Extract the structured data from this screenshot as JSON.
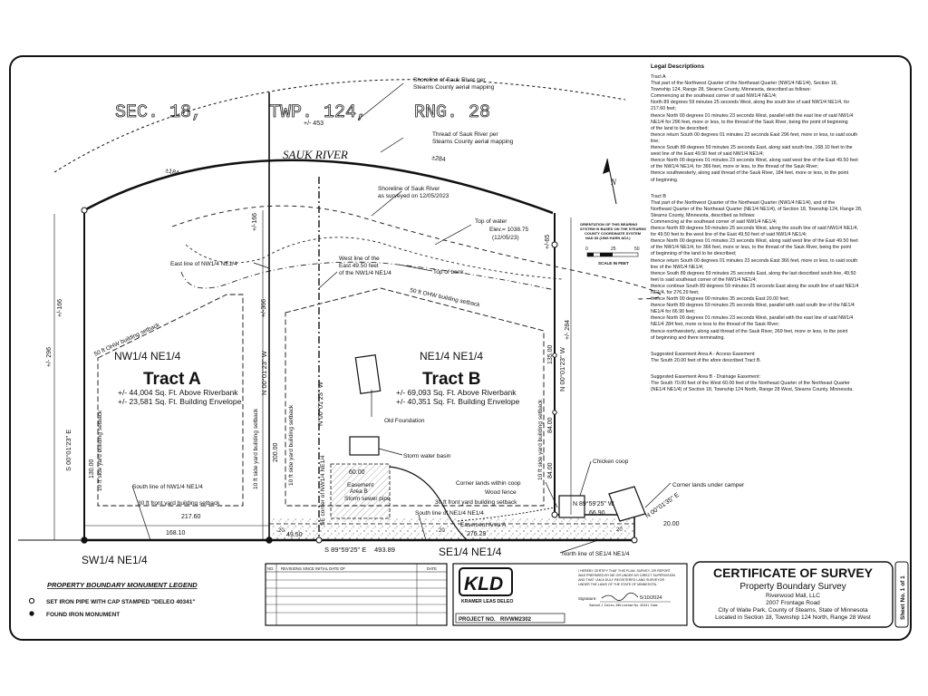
{
  "header": {
    "section": "SEC. 18,",
    "township": "TWP. 124,",
    "range": "RNG. 28"
  },
  "map_labels": {
    "river": "SAUK RIVER",
    "shoreline_aerial_1": "Shoreline of Sauk River per",
    "shoreline_aerial_2": "Stearns County aerial mapping",
    "thread_1": "Thread of Sauk River per",
    "thread_2": "Stearns County aerial mapping",
    "shoreline_survey_1": "Shoreline of Sauk River",
    "shoreline_survey_2": "as surveyed on 12/05/2023",
    "top_water_1": "Top of water",
    "top_water_2": "Elev.= 1038.75",
    "top_water_3": "(12/05/23)",
    "top_bank": "Top of bank",
    "east_line": "East line of NW1/4 NE1/4",
    "west_line_1": "West line of the",
    "west_line_2": "East 49.50 feet",
    "west_line_3": "of the NW1/4 NE1/4",
    "ohw_50_a": "50 ft OHW building setback",
    "ohw_50_b": "50 ft OHW building setback",
    "nw_label": "NW1/4    NE1/4",
    "ne_label": "NE1/4    NE1/4",
    "tract_a": "Tract A",
    "tract_a_1": "+/- 44,004 Sq. Ft. Above Riverbank",
    "tract_a_2": "+/- 23,581 Sq. Ft. Building Envelope",
    "tract_b": "Tract B",
    "tract_b_1": "+/- 69,093 Sq. Ft. Above Riverbank",
    "tract_b_2": "+/- 40,351 Sq. Ft. Building Envelope",
    "old_foundation": "Old Foundation",
    "storm_basin": "Storm water basin",
    "chicken_coop": "Chicken coop",
    "corner_lands": "Corner lands within coop",
    "wood_fence": "Wood fence",
    "corner_camper": "Corner lands under camper",
    "easement_b_1": "Easement",
    "easement_b_2": "Area B",
    "storm_pipe": "Storm sewer pipe",
    "easement_a": "Easement Area A",
    "front_setback_a": "30 ft front yard building setback",
    "front_setback_b": "30 ft front yard building setback",
    "side_setback_a": "10 ft side yard building setback",
    "side_setback_a2": "10 ft side yard building setback",
    "side_setback_b": "10 ft side yard building setback",
    "side_setback_b2": "10 ft side yard building setback",
    "south_line_nw": "South line of NW1/4 NE1/4",
    "south_line_ne": "South line of NE1/4 NE1/4",
    "north_line_se": "North line of SE1/4 NE1/4",
    "se_corner": "SE corner of NW1/4 NE1/4",
    "sw_label": "SW1/4    NE1/4",
    "se_label": "SE1/4    NE1/4",
    "bearing_note_1": "ORIENTATION OF THIS BEARING",
    "bearing_note_2": "SYSTEM IS BASED ON THE STEARNS",
    "bearing_note_3": "COUNTY COORDINATE SYSTEM",
    "bearing_note_4": "NAD 83 (1986 HARN ADJ.)",
    "scale_label": "SCALE IN FEET",
    "scale_0": "0",
    "scale_25": "25",
    "scale_50": "50",
    "north": "N"
  },
  "dimensions": {
    "d453": "+/- 453",
    "d184": "±184",
    "d284": "±284",
    "d166a": "+/-166",
    "d166b": "+/-166",
    "d296": "+/- 296",
    "d366": "+/-366",
    "d65": "+/-65",
    "d284b": "+/- 284",
    "b_a_west": "S 00°01'23\" E",
    "b_a_east": "N 00°01'23\" W",
    "b_b_west": "N 00°01'23\" W",
    "b_b_east": "N 00°01'23\" W",
    "d130": "130.00",
    "d200": "200.00",
    "d135": "135.00",
    "d84a": "84.00",
    "d84b": "84.00",
    "d60": "60.00",
    "d217": "217.60",
    "d168": "168.10",
    "d4950": "49.50",
    "d20a": "20",
    "d20b": "20",
    "d20c": "20",
    "bottom_bearing": "S 89°59'25\" E",
    "d493": "493.89",
    "d276": "276.29",
    "chicken_bearing": "N 89°59'25\" W",
    "d6690": "66.90",
    "camper_bearing": "N 00°01'35\" E",
    "d2000": "20.00"
  },
  "legal": {
    "title": "Legal Descriptions",
    "tract_a_head": "Tract A",
    "tract_a": [
      "That part of the Northwest Quarter of the Northeast Quarter (NW1/4 NE1/4), Section 18,",
      "Township 124, Range 28, Stearns County, Minnesota, described as follows:",
      "Commencing at the southeast corner of said NW1/4 NE1/4;",
      "North 89 degrees 59 minutes 25 seconds West, along the south line of said NW1/4 NE1/4, for",
      "217.60 feet;",
      "thence North 00 degrees 01 minutes 23 seconds West, parallel with the east line of said NW1/4",
      "NE1/4 for 296 feet, more or less, to the thread of the Sauk River, being the point of beginning",
      "of the land to be described;",
      "thence return South 00 degrees 01 minutes 23 seconds East 296 feet, more or less, to said south",
      "line;",
      "thence South 89 degrees 59 minutes 25 seconds East, along said south line, 168.10 feet to the",
      "west line of the East 49.50 feet of said NW1/4 NE1/4;",
      "thence North 00 degrees 01 minutes 23 seconds West, along said west line of the East 49.50 feet",
      "of the NW1/4 NE1/4, for 366 feet, more or less, to the thread of the Sauk River;",
      "thence southwesterly, along said thread of the Sauk River, 184 feet, more or less, to the point",
      "of beginning."
    ],
    "tract_b_head": "Tract B",
    "tract_b": [
      "That part of the Northwest Quarter of the Northeast Quarter (NW1/4 NE1/4), and of the",
      "Northeast Quarter of the Northeast Quarter (NE1/4 NE1/4), of Section 18, Township 124, Range 28,",
      "Stearns County, Minnesota, described as follows:",
      "Commencing at the southeast corner of said NW1/4 NE1/4;",
      "thence North 89 degrees 59 minutes 25 seconds West, along the south line of said NW1/4 NE1/4,",
      "for 49.50 feet to the west line of the East 49.50 feet of said NW1/4 NE1/4;",
      "thence North 00 degrees 01 minutes 23 seconds West, along said west line of the East 49.50 feet",
      "of the NW1/4 NE1/4, for 366 feet, more or less, to the thread of the Sauk River, being the point",
      "of beginning of the land to be described;",
      "thence return South 00 degrees 01 minutes 23 seconds East 366 feet, more or less, to said south",
      "line of the NW1/4 NE1/4;",
      "thence South 89 degrees 59 minutes 25 seconds East, along the last described south line, 49.50",
      "feet to said southeast corner of the NW1/4 NE1/4;",
      "thence continue South 89 degrees 59 minutes 25 seconds East along the south line of said NE1/4",
      "NE1/4, for 276.29 feet;",
      "thence North 00 degrees 00 minutes 35 seconds East 20.00 feet;",
      "thence North 89 degrees 59 minutes 25 seconds West, parallel with said south line of the NE1/4",
      "NE1/4 for 66.90 feet;",
      "thence North 00 degrees 01 minutes 23 seconds West, parallel with the east line of said NW1/4",
      "NE1/4 284 feet, more or less to the thread of the Sauk River;",
      "thence northwesterly, along said thread of the Sauk River, 269 feet, more or less, to the point",
      "of beginning and there terminating."
    ],
    "ease_a_head": "Suggested Easement Area A - Access Easement:",
    "ease_a": "The South 20.00 feet of the afore described Tract B.",
    "ease_b_head": "Suggested Easement Area B - Drainage Easement:",
    "ease_b": [
      "The South 70.00 feet of the West 60.00 feet of the Northeast Quarter of the Northeast Quarter",
      "(NE1/4 NE1/4) of Section 18, Township 124 North, Range 28 West, Stearns County, Minnesota."
    ]
  },
  "legend": {
    "title": "PROPERTY BOUNDARY MONUMENT LEGEND",
    "set_pipe": "SET IRON PIPE WITH CAP STAMPED \"DELEO 40341\"",
    "found": "FOUND IRON MONUMENT"
  },
  "title_block": {
    "revisions_no": "NO.",
    "revisions_head": "REVISIONS SINCE INITIAL DATE OF",
    "revisions_date": "DATE",
    "logo": "KLD",
    "firm": "KRAMER LEAS DELEO",
    "project": "PROJECT NO.",
    "project_no": "RIVWM2302",
    "cert": [
      "I HEREBY CERTIFY THAT THIS PLAN, SURVEY, OR REPORT",
      "WAS PREPARED BY ME OR UNDER MY DIRECT SUPERVISION",
      "AND THAT I AM A DULY REGISTERED LAND SURVEYOR",
      "UNDER THE LAWS OF THE STATE OF MINNESOTA."
    ],
    "signature_label": "Signature:",
    "date": "5/10/2024",
    "date_label": "Date",
    "surveyor": "Samuel J. DeLeo, MN License No. 40341",
    "cert_title": "CERTIFICATE OF SURVEY",
    "subtitle": "Property Boundary Survey",
    "client": "Riverwood Mall, LLC",
    "address": "2007 Frontage Road",
    "city": "City of Waite Park, County of Stearns, State of Minnesota",
    "location": "Located in Section 18, Township 124 North, Range 28 West",
    "sheet": "Sheet No. 1 of 1"
  },
  "colors": {
    "ink": "#111111",
    "paper": "#ffffff"
  }
}
